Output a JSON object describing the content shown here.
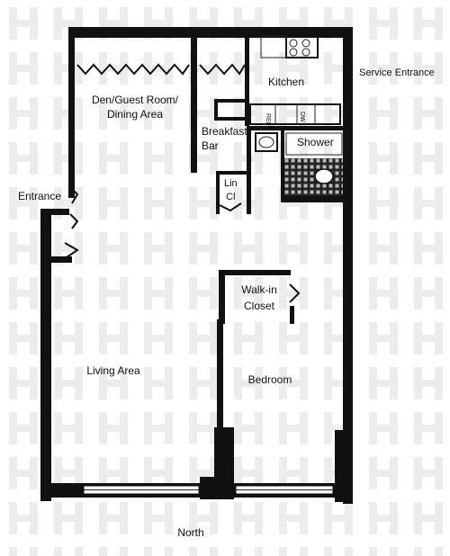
{
  "rooms": {
    "den_line1": "Den/Guest Room/",
    "den_line2": "Dining Area",
    "kitchen": "Kitchen",
    "breakfast_line1": "Breakfast",
    "breakfast_line2": "Bar",
    "shower": "Shower",
    "lin_line1": "Lin",
    "lin_line2": "Cl",
    "walkin_line1": "Walk-in",
    "walkin_line2": "Closet",
    "living": "Living Area",
    "bedroom": "Bedroom"
  },
  "labels": {
    "entrance": "Entrance",
    "service_entrance": "Service Entrance",
    "north": "North"
  },
  "appliances": {
    "ref": "REF",
    "dw": "DW"
  },
  "colors": {
    "wall": "#111111",
    "watermark": "#ececec",
    "tile": "#222222"
  }
}
